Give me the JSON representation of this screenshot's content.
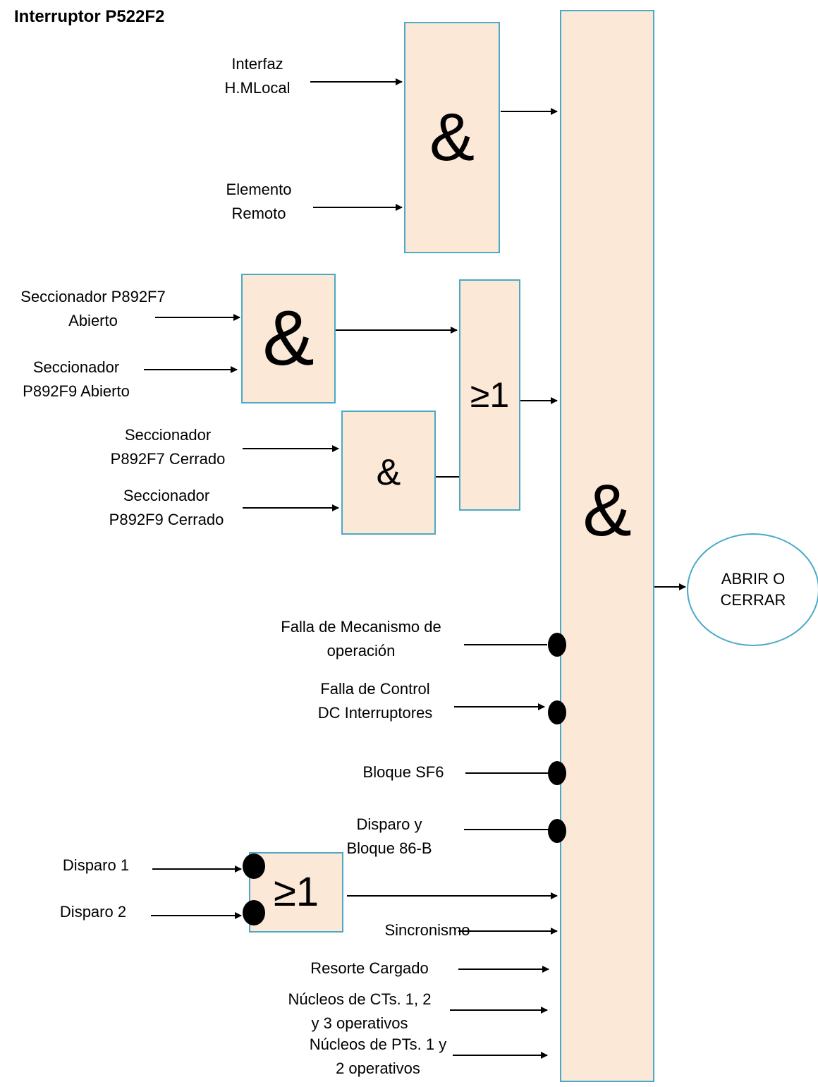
{
  "title": "Interruptor P522F2",
  "gates": {
    "and_hmi": "&",
    "and_open": "&",
    "and_closed": "&",
    "or_secc": "≥1",
    "and_main": "&",
    "or_disparo": "≥1"
  },
  "inputs": {
    "interfaz": [
      "Interfaz",
      "H.MLocal"
    ],
    "elemento": [
      "Elemento",
      "Remoto"
    ],
    "secc_f7_abierto": [
      "Seccionador P892F7",
      "Abierto"
    ],
    "secc_f9_abierto": [
      "Seccionador",
      "P892F9 Abierto"
    ],
    "secc_f7_cerrado": [
      "Seccionador",
      "P892F7 Cerrado"
    ],
    "secc_f9_cerrado": [
      "Seccionador",
      "P892F9 Cerrado"
    ],
    "falla_mecanismo": [
      "Falla de Mecanismo de",
      "operación"
    ],
    "falla_control": [
      "Falla de Control",
      "DC Interruptores"
    ],
    "bloque_sf6": "Bloque SF6",
    "disparo_bloque": [
      "Disparo y",
      "Bloque 86-B"
    ],
    "disparo1": "Disparo 1",
    "disparo2": "Disparo 2",
    "sincronismo": "Sincronismo",
    "resorte": "Resorte Cargado",
    "nucleos_ct": [
      "Núcleos de CTs. 1, 2",
      "y 3 operativos"
    ],
    "nucleos_pt": [
      "Núcleos de PTs. 1 y",
      "2 operativos"
    ]
  },
  "output": [
    "ABRIR O",
    "CERRAR"
  ]
}
